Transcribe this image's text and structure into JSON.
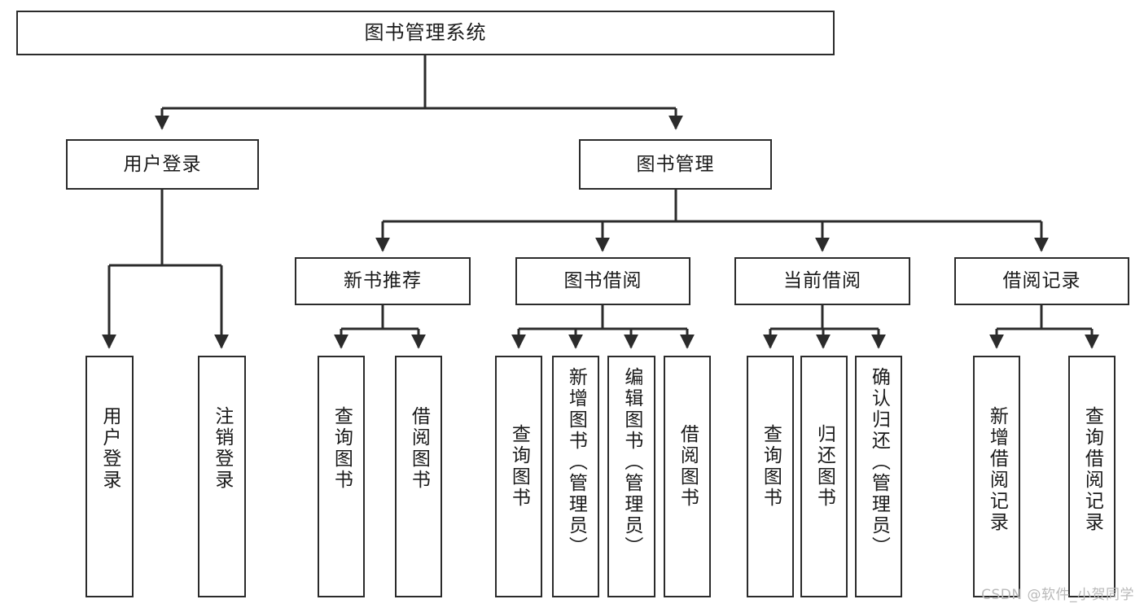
{
  "diagram": {
    "type": "tree",
    "title": "图书管理系统",
    "watermark": "CSDN @软件_小贺同学",
    "colors": {
      "stroke": "#2b2b2b",
      "background": "#ffffff",
      "text": "#1a1a1a",
      "watermark": "#b9b9b9"
    },
    "nodes": {
      "root": "图书管理系统",
      "level2": [
        {
          "label": "用户登录"
        },
        {
          "label": "图书管理"
        }
      ],
      "level3": [
        {
          "label": "新书推荐"
        },
        {
          "label": "图书借阅"
        },
        {
          "label": "当前借阅"
        },
        {
          "label": "借阅记录"
        }
      ],
      "leaves": [
        {
          "label": "用户登录",
          "parent": "用户登录"
        },
        {
          "label": "注销登录",
          "parent": "用户登录"
        },
        {
          "label": "查询图书",
          "parent": "新书推荐"
        },
        {
          "label": "借阅图书",
          "parent": "新书推荐"
        },
        {
          "label": "查询图书",
          "parent": "图书借阅"
        },
        {
          "label": "新增图书（管理员）",
          "parent": "图书借阅"
        },
        {
          "label": "编辑图书（管理员）",
          "parent": "图书借阅"
        },
        {
          "label": "借阅图书",
          "parent": "图书借阅"
        },
        {
          "label": "查询图书",
          "parent": "当前借阅"
        },
        {
          "label": "归还图书",
          "parent": "当前借阅"
        },
        {
          "label": "确认归还（管理员）",
          "parent": "当前借阅"
        },
        {
          "label": "新增借阅记录",
          "parent": "借阅记录"
        },
        {
          "label": "查询借阅记录",
          "parent": "借阅记录"
        }
      ]
    }
  }
}
